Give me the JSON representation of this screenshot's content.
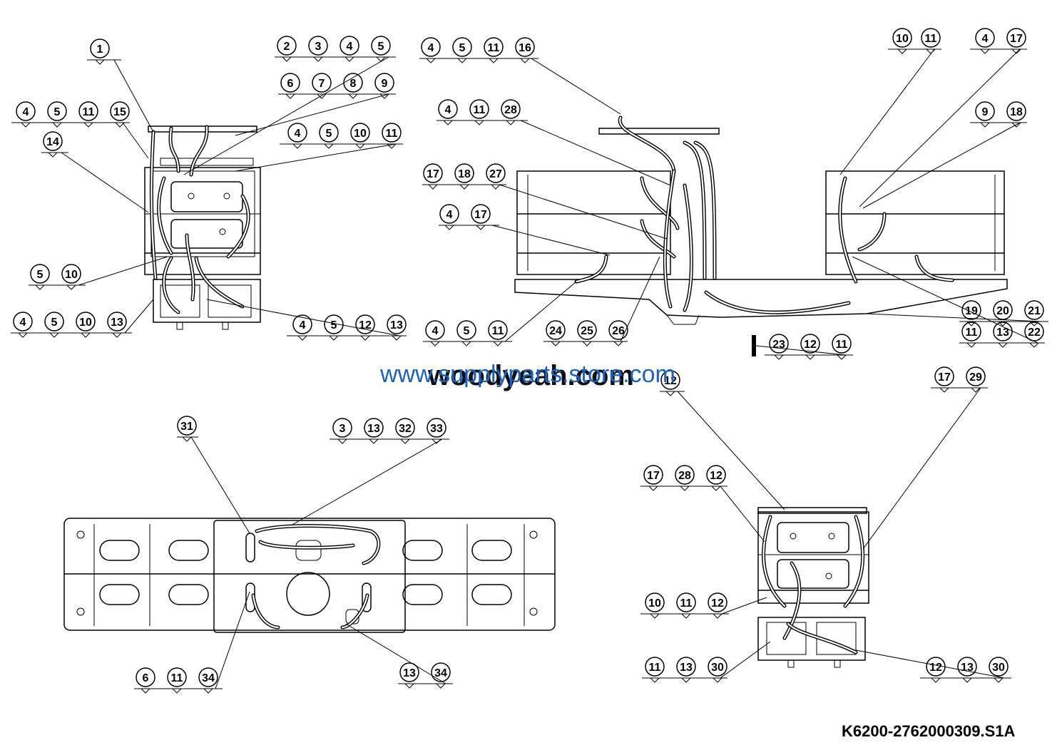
{
  "document_number": "K6200-2762000309.S1A",
  "watermark": {
    "blue_text": "www.supplyparts.store.com",
    "black_text": "woodyeah.com"
  },
  "callout_groups": [
    {
      "id": "g1",
      "labels": [
        "1"
      ]
    },
    {
      "id": "g2",
      "labels": [
        "2",
        "3",
        "4",
        "5"
      ]
    },
    {
      "id": "g3",
      "labels": [
        "6",
        "7",
        "8",
        "9"
      ]
    },
    {
      "id": "g4",
      "labels": [
        "4",
        "5",
        "11",
        "15"
      ]
    },
    {
      "id": "g5",
      "labels": [
        "14"
      ]
    },
    {
      "id": "g6",
      "labels": [
        "4",
        "5",
        "10",
        "11"
      ]
    },
    {
      "id": "g7",
      "labels": [
        "5",
        "10"
      ]
    },
    {
      "id": "g8",
      "labels": [
        "4",
        "5",
        "10",
        "13"
      ]
    },
    {
      "id": "g9",
      "labels": [
        "4",
        "5",
        "12",
        "13"
      ]
    },
    {
      "id": "g10",
      "labels": [
        "4",
        "5",
        "11",
        "16"
      ]
    },
    {
      "id": "g11",
      "labels": [
        "4",
        "11",
        "28"
      ]
    },
    {
      "id": "g12",
      "labels": [
        "17",
        "18",
        "27"
      ]
    },
    {
      "id": "g13",
      "labels": [
        "4",
        "17"
      ]
    },
    {
      "id": "g14",
      "labels": [
        "4",
        "5",
        "11"
      ]
    },
    {
      "id": "g15",
      "labels": [
        "24",
        "25",
        "26"
      ]
    },
    {
      "id": "g16",
      "labels": [
        "23",
        "12",
        "11"
      ]
    },
    {
      "id": "g17",
      "labels": [
        "10",
        "11"
      ]
    },
    {
      "id": "g18",
      "labels": [
        "4",
        "17"
      ]
    },
    {
      "id": "g19",
      "labels": [
        "9",
        "18"
      ]
    },
    {
      "id": "g20",
      "labels": [
        "19",
        "20",
        "21"
      ]
    },
    {
      "id": "g21",
      "labels": [
        "11",
        "13",
        "22"
      ]
    },
    {
      "id": "g22",
      "labels": [
        "12"
      ]
    },
    {
      "id": "g23",
      "labels": [
        "17",
        "29"
      ]
    },
    {
      "id": "g24",
      "labels": [
        "17",
        "28",
        "12"
      ]
    },
    {
      "id": "g25",
      "labels": [
        "10",
        "11",
        "12"
      ]
    },
    {
      "id": "g26",
      "labels": [
        "11",
        "13",
        "30"
      ]
    },
    {
      "id": "g27",
      "labels": [
        "12",
        "13",
        "30"
      ]
    },
    {
      "id": "g28",
      "labels": [
        "31"
      ]
    },
    {
      "id": "g29",
      "labels": [
        "3",
        "13",
        "32",
        "33"
      ]
    },
    {
      "id": "g30",
      "labels": [
        "6",
        "11",
        "34"
      ]
    },
    {
      "id": "g31",
      "labels": [
        "13",
        "34"
      ]
    }
  ]
}
